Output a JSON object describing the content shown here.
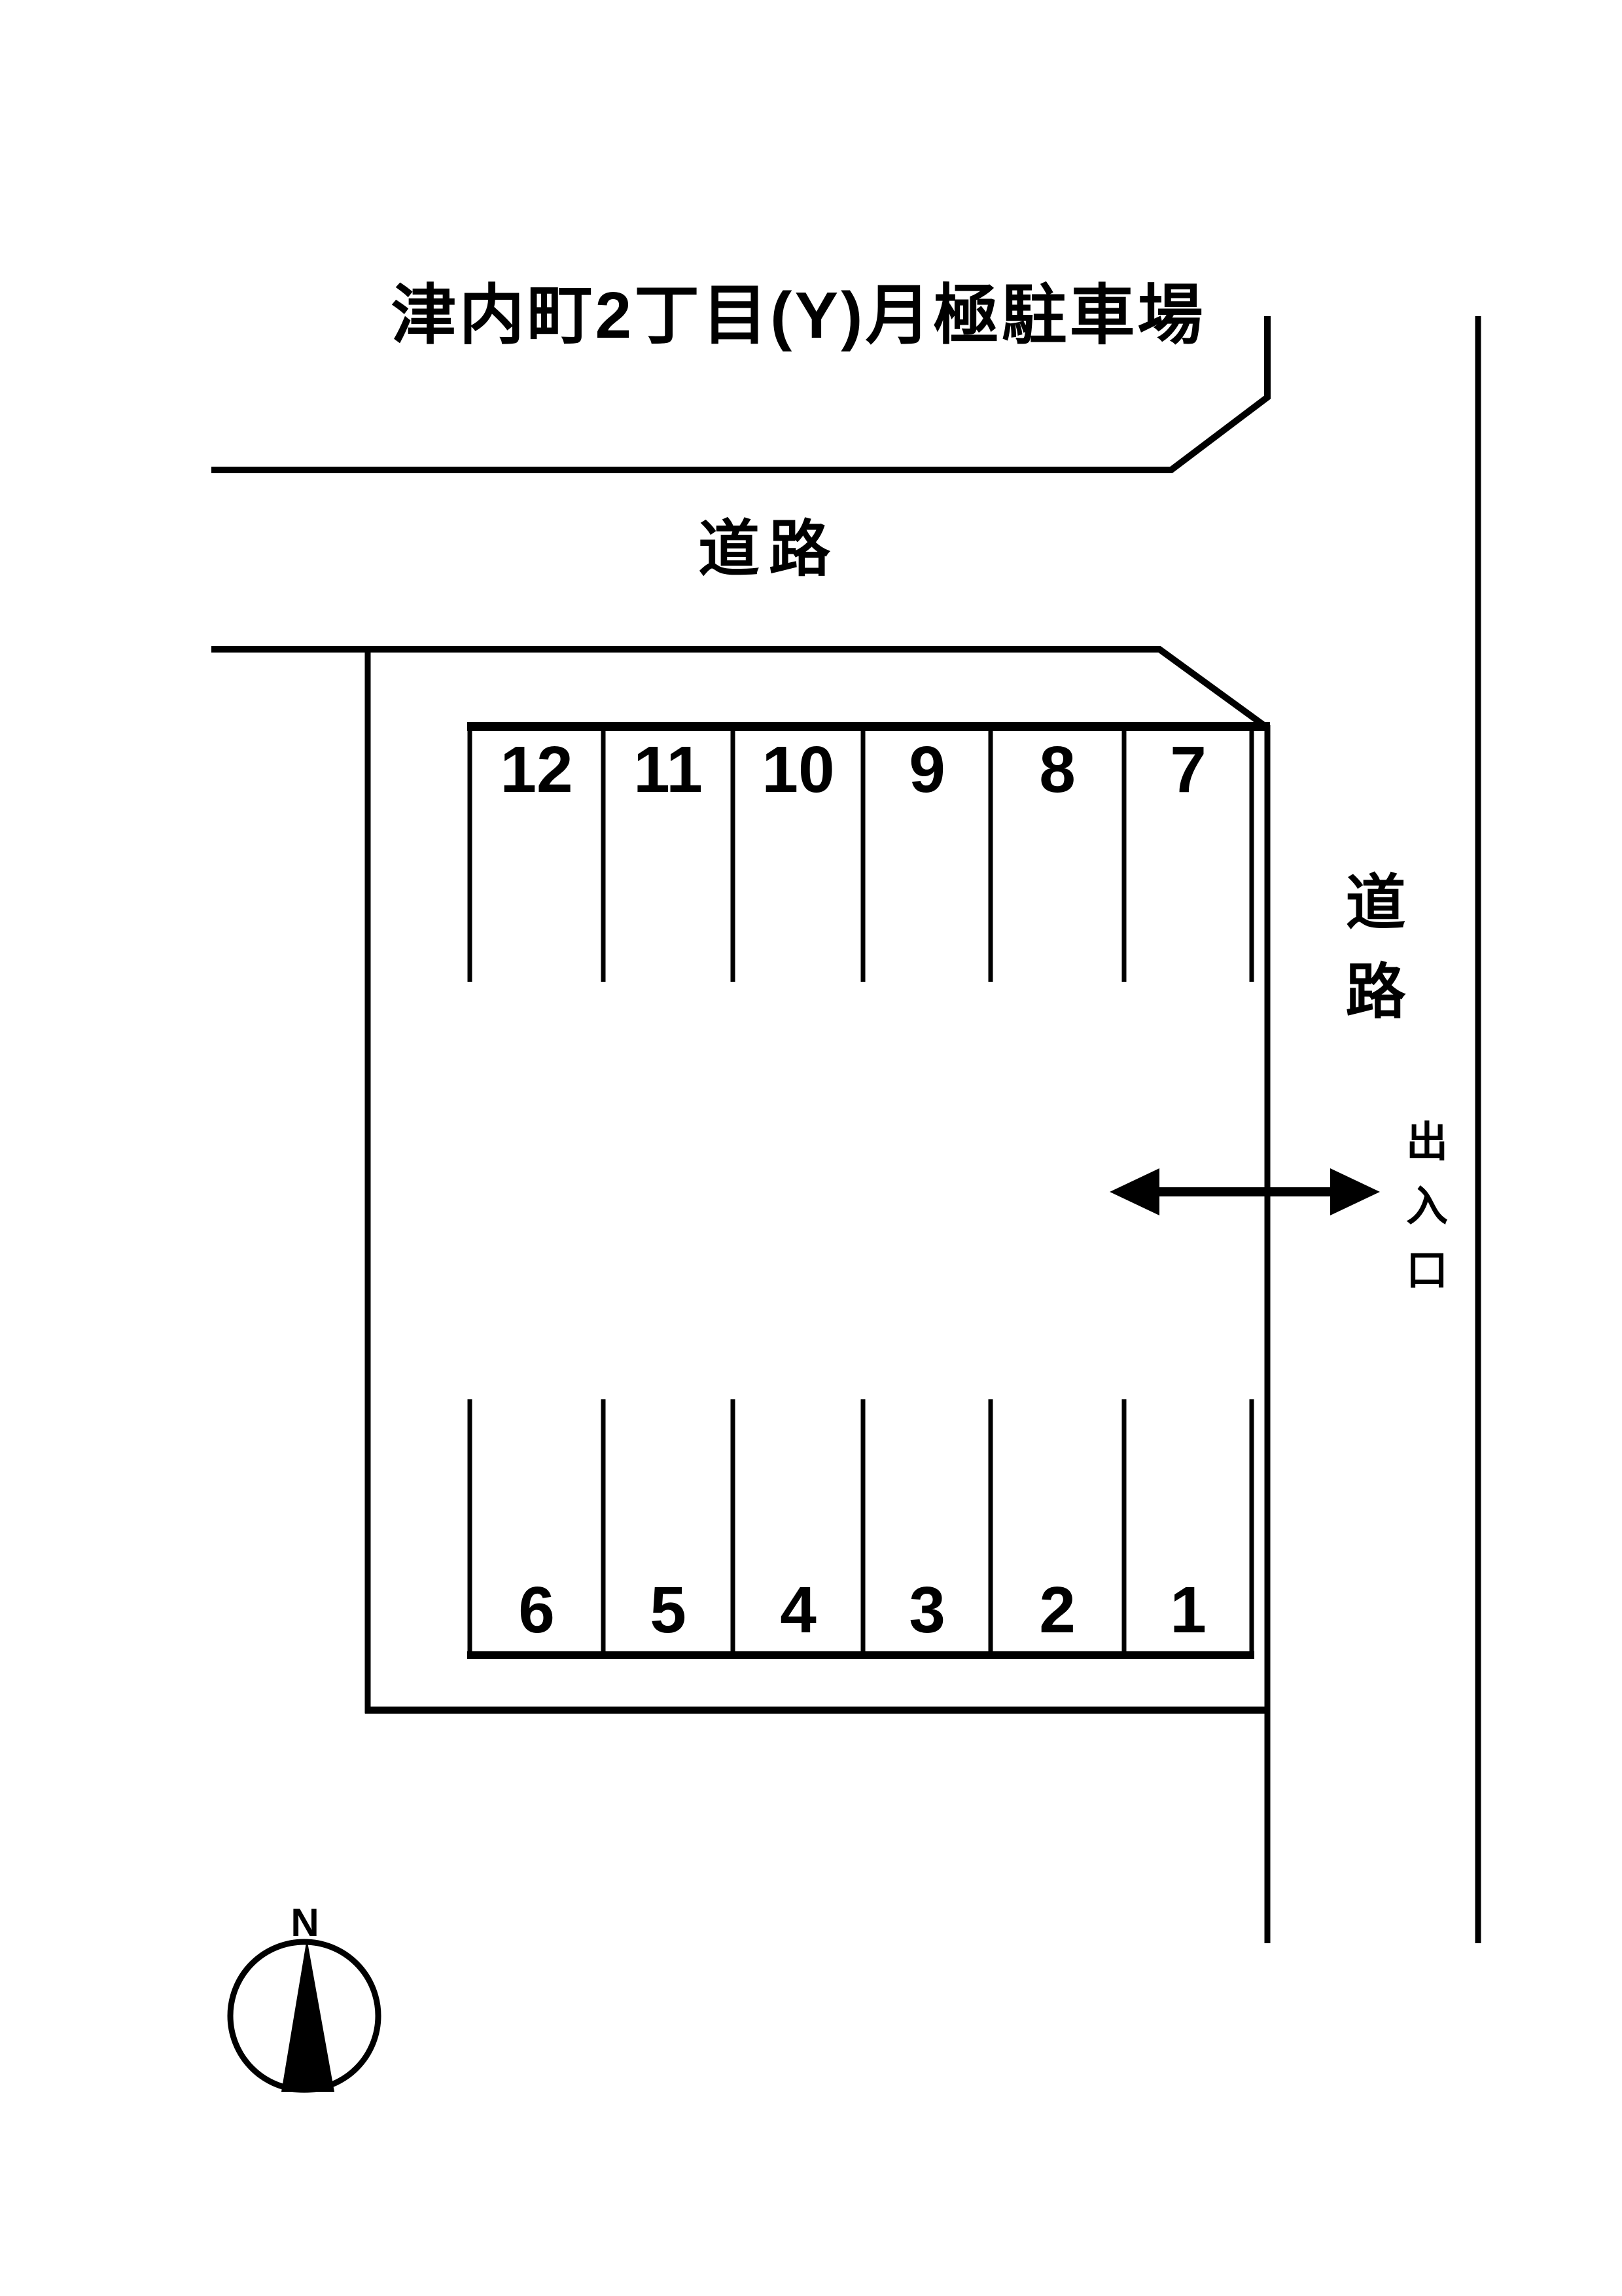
{
  "page": {
    "title": "津内町2丁目(Y)月極駐車場",
    "background": "#ffffff",
    "line_color": "#000000"
  },
  "roads": {
    "top": {
      "label": "道路"
    },
    "right": {
      "chars": [
        "道",
        "路"
      ]
    }
  },
  "entrance": {
    "chars": [
      "出",
      "入",
      "口"
    ]
  },
  "parking": {
    "top_row": [
      "12",
      "11",
      "10",
      "9",
      "8",
      "7"
    ],
    "bottom_row": [
      "6",
      "5",
      "4",
      "3",
      "2",
      "1"
    ]
  },
  "compass": {
    "north": "N"
  }
}
